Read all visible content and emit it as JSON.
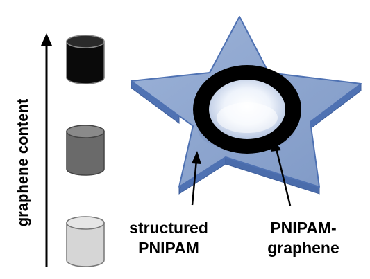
{
  "axis": {
    "label": "graphene content"
  },
  "captions": {
    "left": [
      "structured",
      "PNIPAM"
    ],
    "right": [
      "PNIPAM-",
      "graphene"
    ]
  },
  "colors": {
    "star_face": "#8fa7cf",
    "star_edge": "#4f72b3",
    "ring": "#000000",
    "cylinder_high": "#0a0a0a",
    "cylinder_mid": "#6a6a6a",
    "cylinder_low": "#d6d6d6"
  },
  "icons": [
    "arrow-up-icon",
    "cylinder-icon",
    "star-icon",
    "ring-icon",
    "pointer-arrow-icon"
  ]
}
